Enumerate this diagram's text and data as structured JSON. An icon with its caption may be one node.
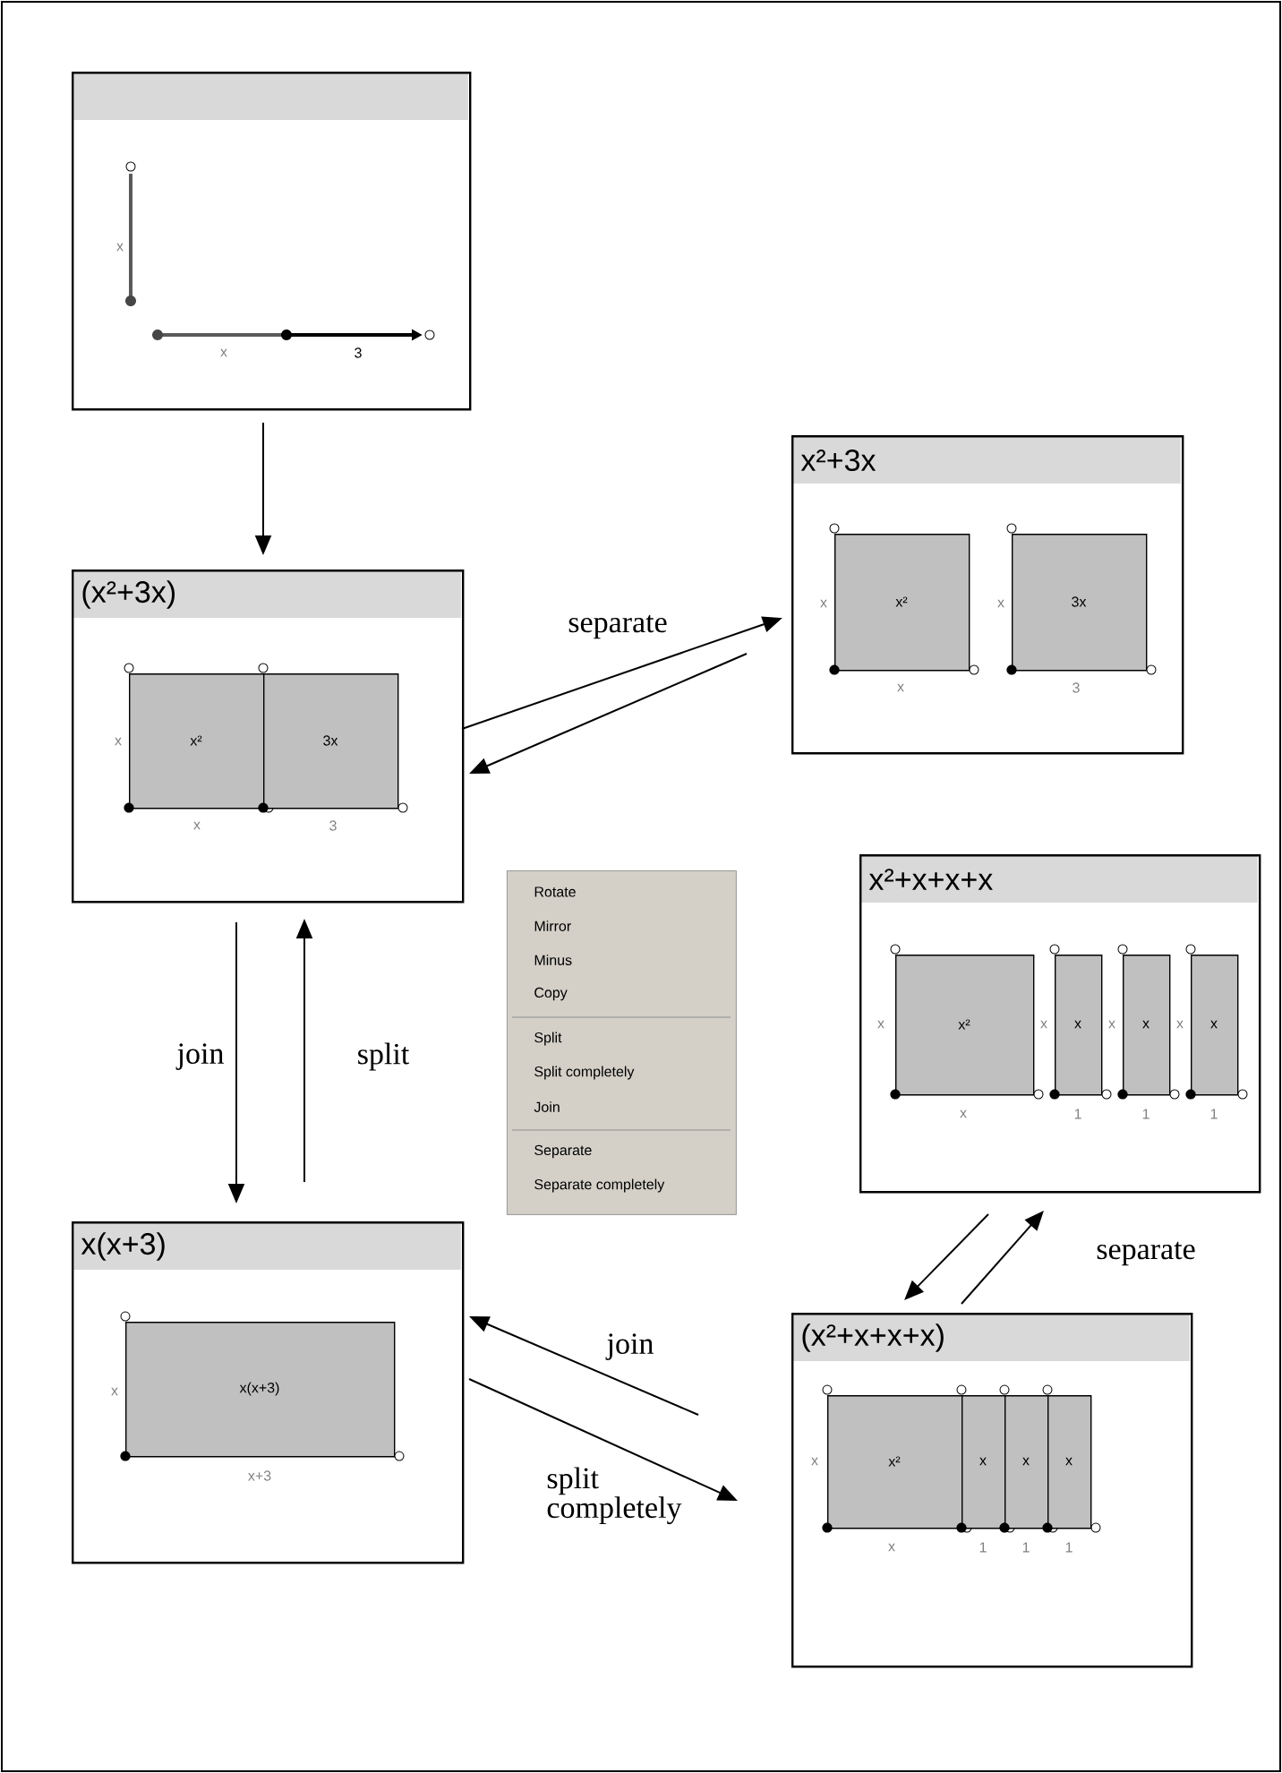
{
  "diagram": {
    "nodes": [
      {
        "text": [
          "x",
          "x",
          "3"
        ]
      },
      {
        "text": [
          "(x²+3x)"
        ]
      },
      {
        "text": [
          "x²"
        ],
        "in": 1,
        "beside": [
          "x",
          "x"
        ]
      },
      {
        "text": [
          "3x"
        ],
        "in": 1,
        "beside": [
          "3"
        ]
      },
      {
        "text": [
          "x²+3x"
        ]
      },
      {
        "text": [
          "x²"
        ],
        "in": 4,
        "beside": [
          "x",
          "x"
        ]
      },
      {
        "text": [
          "3x"
        ],
        "in": 4,
        "beside": [
          "x",
          "3"
        ]
      },
      {
        "text": [
          "Rotate",
          "Mirror",
          "Minus",
          "Copy",
          "Split",
          "Split completely",
          "Join",
          "Separate",
          "Separate completely"
        ]
      },
      {
        "text": [
          "x²+x+x+x"
        ]
      },
      {
        "text": [
          "x²"
        ],
        "in": 8,
        "beside": [
          "x",
          "x"
        ]
      },
      {
        "text": [
          "x"
        ],
        "in": 8,
        "beside": [
          "x",
          "1"
        ]
      },
      {
        "text": [
          "x"
        ],
        "in": 8,
        "beside": [
          "x",
          "1"
        ]
      },
      {
        "text": [
          "x"
        ],
        "in": 8,
        "beside": [
          "x",
          "1"
        ]
      },
      {
        "text": [
          "x(x+3)"
        ]
      },
      {
        "text": [
          "x(x+3)"
        ],
        "in": 13,
        "beside": [
          "x",
          "x+3"
        ]
      },
      {
        "text": [
          "(x²+x+x+x)"
        ]
      },
      {
        "text": [
          "x²"
        ],
        "in": 15,
        "beside": [
          "x",
          "x"
        ]
      },
      {
        "text": [
          "x"
        ],
        "in": 15,
        "beside": [
          "1"
        ]
      },
      {
        "text": [
          "x"
        ],
        "in": 15,
        "beside": [
          "1"
        ]
      },
      {
        "text": [
          "x"
        ],
        "in": 15,
        "beside": [
          "1"
        ]
      }
    ],
    "edges": [
      {
        "from": 0,
        "to": 1,
        "arrow": "to"
      },
      {
        "from": 1,
        "to": 4,
        "arrow": "to",
        "label": "separate"
      },
      {
        "from": 4,
        "to": 1,
        "arrow": "to"
      },
      {
        "from": 1,
        "to": 13,
        "arrow": "to",
        "label": "join"
      },
      {
        "from": 13,
        "to": 1,
        "arrow": "to",
        "label": "split"
      },
      {
        "from": 15,
        "to": 13,
        "arrow": "to",
        "label": "join"
      },
      {
        "from": 13,
        "to": 15,
        "arrow": "to",
        "label": "split completely"
      },
      {
        "from": 8,
        "to": 15,
        "arrow": "to"
      },
      {
        "from": 15,
        "to": 8,
        "arrow": "to",
        "label": "separate"
      }
    ]
  }
}
